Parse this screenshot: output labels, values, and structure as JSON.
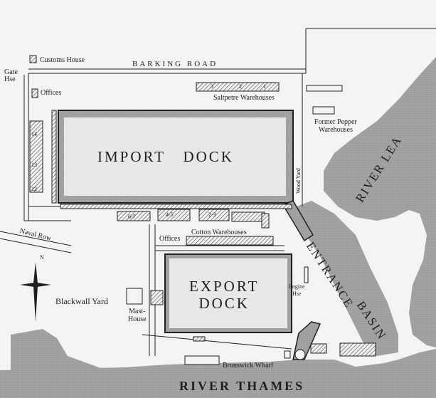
{
  "labels": {
    "customs_house": "Customs House",
    "barking_road": "BARKING ROAD",
    "gate_hse": "Gate\nHse",
    "offices_top": "Offices",
    "saltpetre": "Saltpetre Warehouses",
    "pepper": "Former Pepper\nWarehouses",
    "import_dock": "IMPORT   DOCK",
    "wood_yard": "Wood Yard",
    "river_lea": "RIVER LEA",
    "naval_row": "Naval Row",
    "offices_mid": "Offices",
    "cotton": "Cotton Warehouses",
    "blackwall_yard": "Blackwall Yard",
    "mast_house": "Mast-\nHouse",
    "export_dock": "EXPORT\nDOCK",
    "engine_hse": "Engine\nHse",
    "entrance": "ENTRANCE",
    "basin": "BASIN",
    "brunswick_wharf": "Brunswick Wharf",
    "river_thames": "RIVER THAMES",
    "north": "N"
  },
  "warehouse_numbers": {
    "saltpetre": [
      "3",
      "2",
      "1"
    ],
    "west": [
      "14",
      "13",
      "12"
    ],
    "import_south": [
      "6-7",
      "4-5",
      "2-3"
    ]
  },
  "colors": {
    "paper": "#f4f4f2",
    "ink": "#1f1f1f",
    "water": "#9c9c9c",
    "hatch": "#444444"
  }
}
